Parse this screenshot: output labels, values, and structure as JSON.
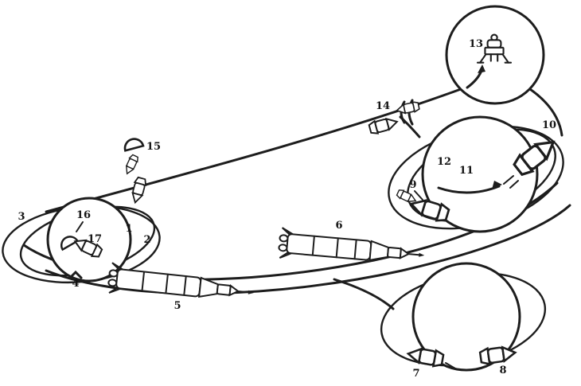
{
  "diagram": {
    "colors": {
      "background": "#ffffff",
      "ink": "#1d1d1d"
    },
    "labels": [
      {
        "text": "1"
      },
      {
        "text": "2"
      },
      {
        "text": "3"
      },
      {
        "text": "4"
      },
      {
        "text": "5"
      },
      {
        "text": "6"
      },
      {
        "text": "7"
      },
      {
        "text": "8"
      },
      {
        "text": "9"
      },
      {
        "text": "10"
      },
      {
        "text": "11"
      },
      {
        "text": "12"
      },
      {
        "text": "13"
      },
      {
        "text": "14"
      },
      {
        "text": "15"
      },
      {
        "text": "16"
      },
      {
        "text": "17"
      }
    ],
    "icons": [
      "earth-circle-icon",
      "moon-circle-top-icon",
      "moon-circle-mid-icon",
      "moon-circle-bottom-icon",
      "rocket-icon",
      "spacecraft-icon",
      "lander-icon",
      "capsule-icon"
    ]
  }
}
